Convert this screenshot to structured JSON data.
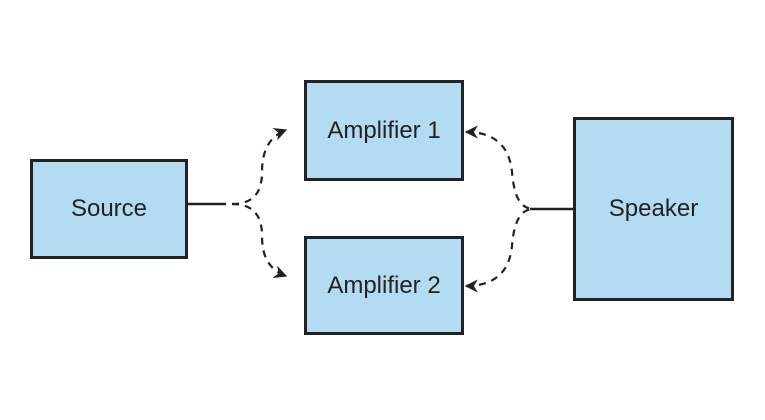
{
  "diagram": {
    "box_fill": "#b3dcf2",
    "line_color": "#222222",
    "nodes": {
      "source": "Source",
      "amplifier_1": "Amplifier 1",
      "amplifier_2": "Amplifier 2",
      "speaker": "Speaker"
    },
    "edges": [
      {
        "from": "source",
        "to": "amplifier_1",
        "style": "dashed",
        "arrow": "end"
      },
      {
        "from": "source",
        "to": "amplifier_2",
        "style": "dashed",
        "arrow": "end"
      },
      {
        "from": "amplifier_1",
        "to": "speaker",
        "style": "dashed",
        "arrow": "start"
      },
      {
        "from": "amplifier_2",
        "to": "speaker",
        "style": "dashed",
        "arrow": "start"
      }
    ]
  }
}
